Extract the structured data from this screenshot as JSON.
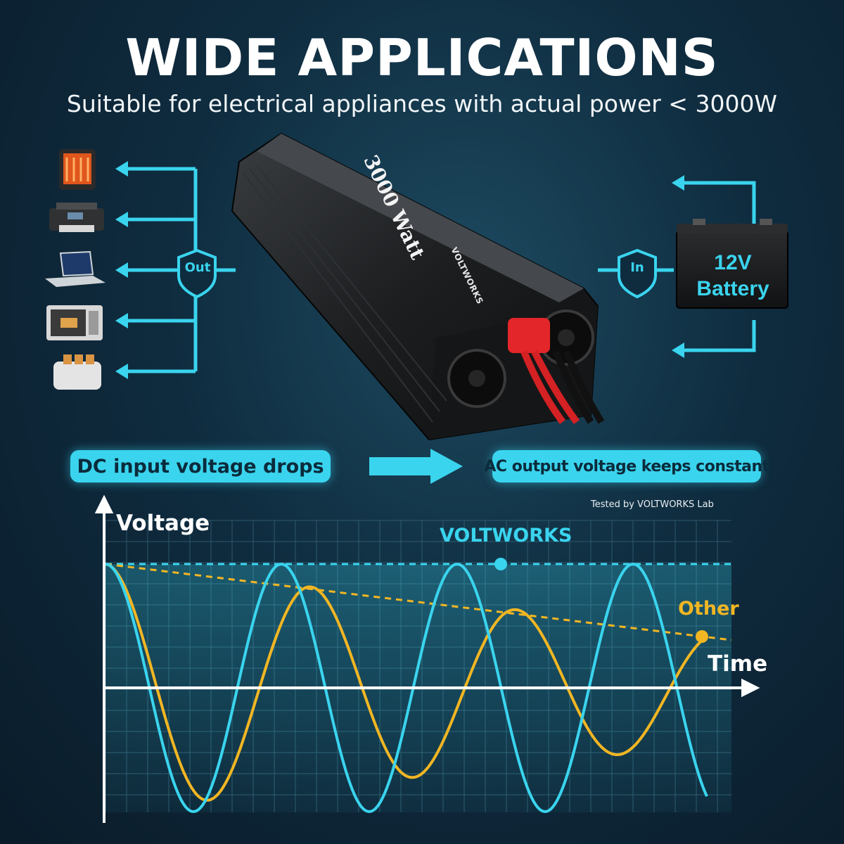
{
  "header": {
    "title": "WIDE APPLICATIONS",
    "subtitle": "Suitable for electrical appliances with actual power < 3000W"
  },
  "inverter": {
    "model_label": "3000 Watt",
    "brand_label": "VOLTWORKS"
  },
  "output_shield": {
    "label": "Out"
  },
  "input_shield": {
    "label": "In"
  },
  "battery": {
    "line1": "12V",
    "line2": "Battery"
  },
  "appliances": [
    {
      "icon": "heater-icon"
    },
    {
      "icon": "printer-icon"
    },
    {
      "icon": "laptop-icon"
    },
    {
      "icon": "microwave-icon"
    },
    {
      "icon": "toaster-icon"
    }
  ],
  "banner": {
    "left_pill": "DC input voltage drops",
    "right_pill": "AC output voltage keeps constant",
    "arrow_icon": "arrow-right-icon"
  },
  "chart_data": {
    "type": "line",
    "xlabel": "Time",
    "ylabel": "Voltage",
    "note": "Tested by VOLTWORKS Lab",
    "series": [
      {
        "name": "VOLTWORKS",
        "color": "#3ad4ee",
        "description_type": "constant-amplitude sine"
      },
      {
        "name": "Other",
        "color": "#f2b623",
        "description_type": "decaying-amplitude sine"
      }
    ],
    "grid": true
  },
  "colors": {
    "accent": "#3ad4ee",
    "secondary": "#f2b623",
    "background": "#0f2c3f"
  }
}
